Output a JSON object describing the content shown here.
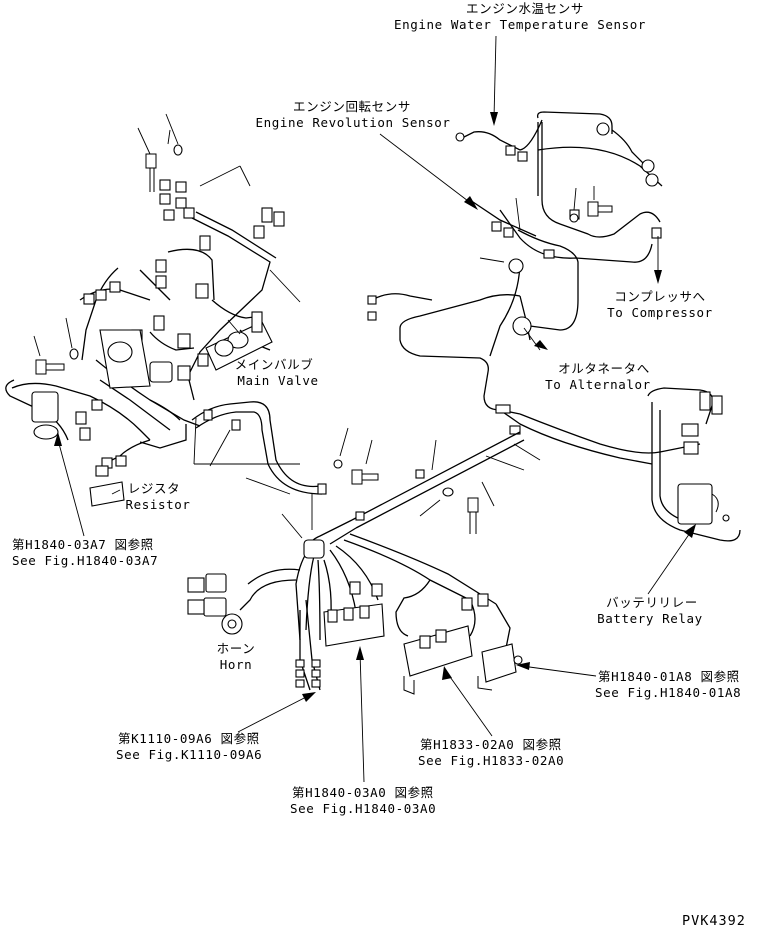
{
  "labels": {
    "engine_water_temp_jp": "エンジン水温センサ",
    "engine_water_temp_en": "Engine Water Temperature Sensor",
    "engine_rev_jp": "エンジン回転センサ",
    "engine_rev_en": "Engine Revolution Sensor",
    "compressor_jp": "コンプレッサへ",
    "compressor_en": "To Compressor",
    "alternator_jp": "オルタネータへ",
    "alternator_en": "To Alternalor",
    "main_valve_jp": "メインバルブ",
    "main_valve_en": "Main Valve",
    "resistor_jp": "レジスタ",
    "resistor_en": "Resistor",
    "battery_relay_jp": "バッテリリレー",
    "battery_relay_en": "Battery Relay",
    "horn_jp": "ホーン",
    "horn_en": "Horn"
  },
  "references": {
    "h1840_03a7_jp": "第H1840-03A7 図参照",
    "h1840_03a7_en": "See Fig.H1840-03A7",
    "h1840_01a8_jp": "第H1840-01A8 図参照",
    "h1840_01a8_en": "See Fig.H1840-01A8",
    "k1110_09a6_jp": "第K1110-09A6 図参照",
    "k1110_09a6_en": "See Fig.K1110-09A6",
    "h1833_02a0_jp": "第H1833-02A0 図参照",
    "h1833_02a0_en": "See Fig.H1833-02A0",
    "h1840_03a0_jp": "第H1840-03A0 図参照",
    "h1840_03a0_en": "See Fig.H1840-03A0"
  },
  "drawing_code": "PVK4392"
}
